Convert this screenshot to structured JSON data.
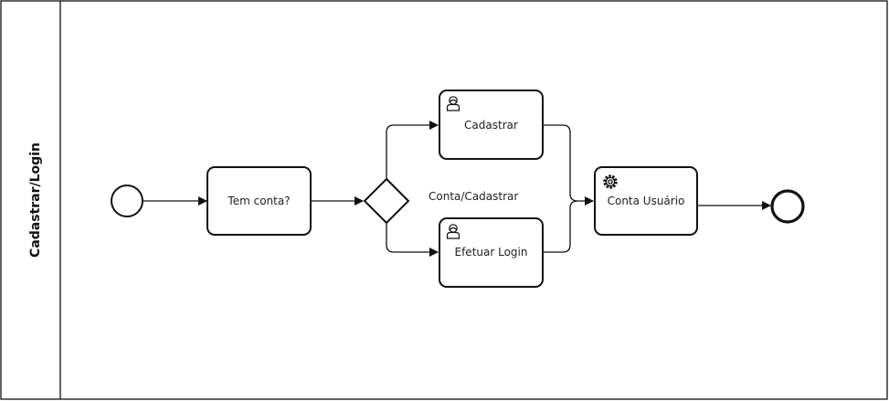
{
  "pool": {
    "lane_label": "Cadastrar/Login"
  },
  "nodes": {
    "start_event": {
      "type": "start-event"
    },
    "task_tem_conta": {
      "type": "task",
      "label": "Tem conta?"
    },
    "gateway": {
      "type": "exclusive-gateway"
    },
    "task_cadastrar": {
      "type": "user-task",
      "label": "Cadastrar",
      "icon": "user-icon"
    },
    "task_efetuar_login": {
      "type": "user-task",
      "label": "Efetuar Login",
      "icon": "user-icon"
    },
    "task_conta_usuario": {
      "type": "service-task",
      "label": "Conta Usuário",
      "icon": "gear-icon"
    },
    "end_event": {
      "type": "end-event"
    }
  },
  "edges": {
    "gateway_label": "Conta/Cadastrar"
  },
  "colors": {
    "stroke": "#111111",
    "background": "#ffffff"
  }
}
